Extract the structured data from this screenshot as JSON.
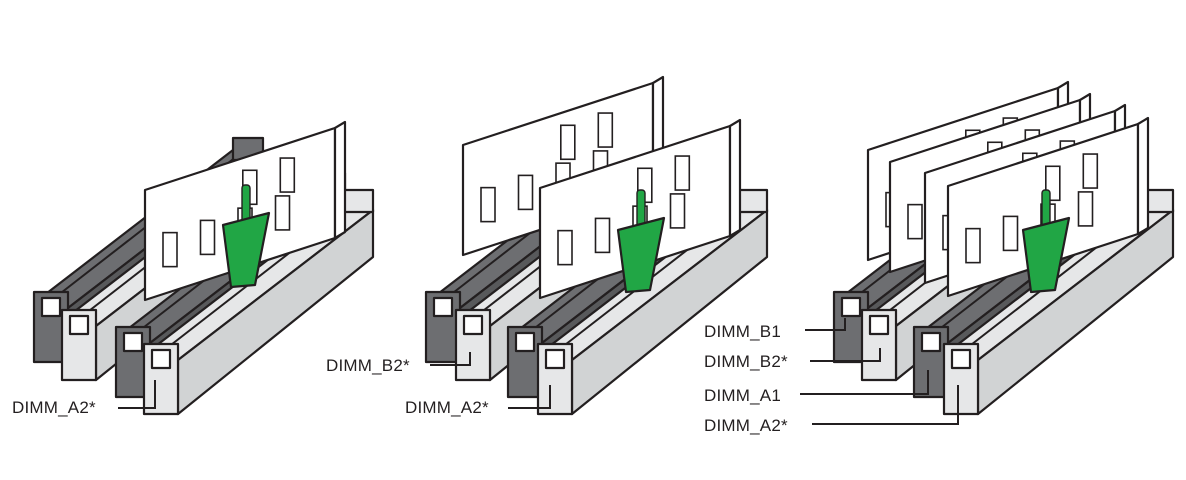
{
  "diagrams": [
    {
      "name": "one-module",
      "slots": [
        {
          "label": "DIMM_A2*"
        }
      ]
    },
    {
      "name": "two-modules",
      "slots": [
        {
          "label": "DIMM_B2*"
        },
        {
          "label": "DIMM_A2*"
        }
      ]
    },
    {
      "name": "four-modules",
      "slots": [
        {
          "label": "DIMM_B1"
        },
        {
          "label": "DIMM_B2*"
        },
        {
          "label": "DIMM_A1"
        },
        {
          "label": "DIMM_A2*"
        }
      ]
    }
  ],
  "colors": {
    "outline": "#231f20",
    "slot_dark": "#6d6e71",
    "slot_light": "#e6e7e8",
    "slot_inner": "#939598",
    "module": "#ffffff",
    "arrow": "#21a645"
  }
}
